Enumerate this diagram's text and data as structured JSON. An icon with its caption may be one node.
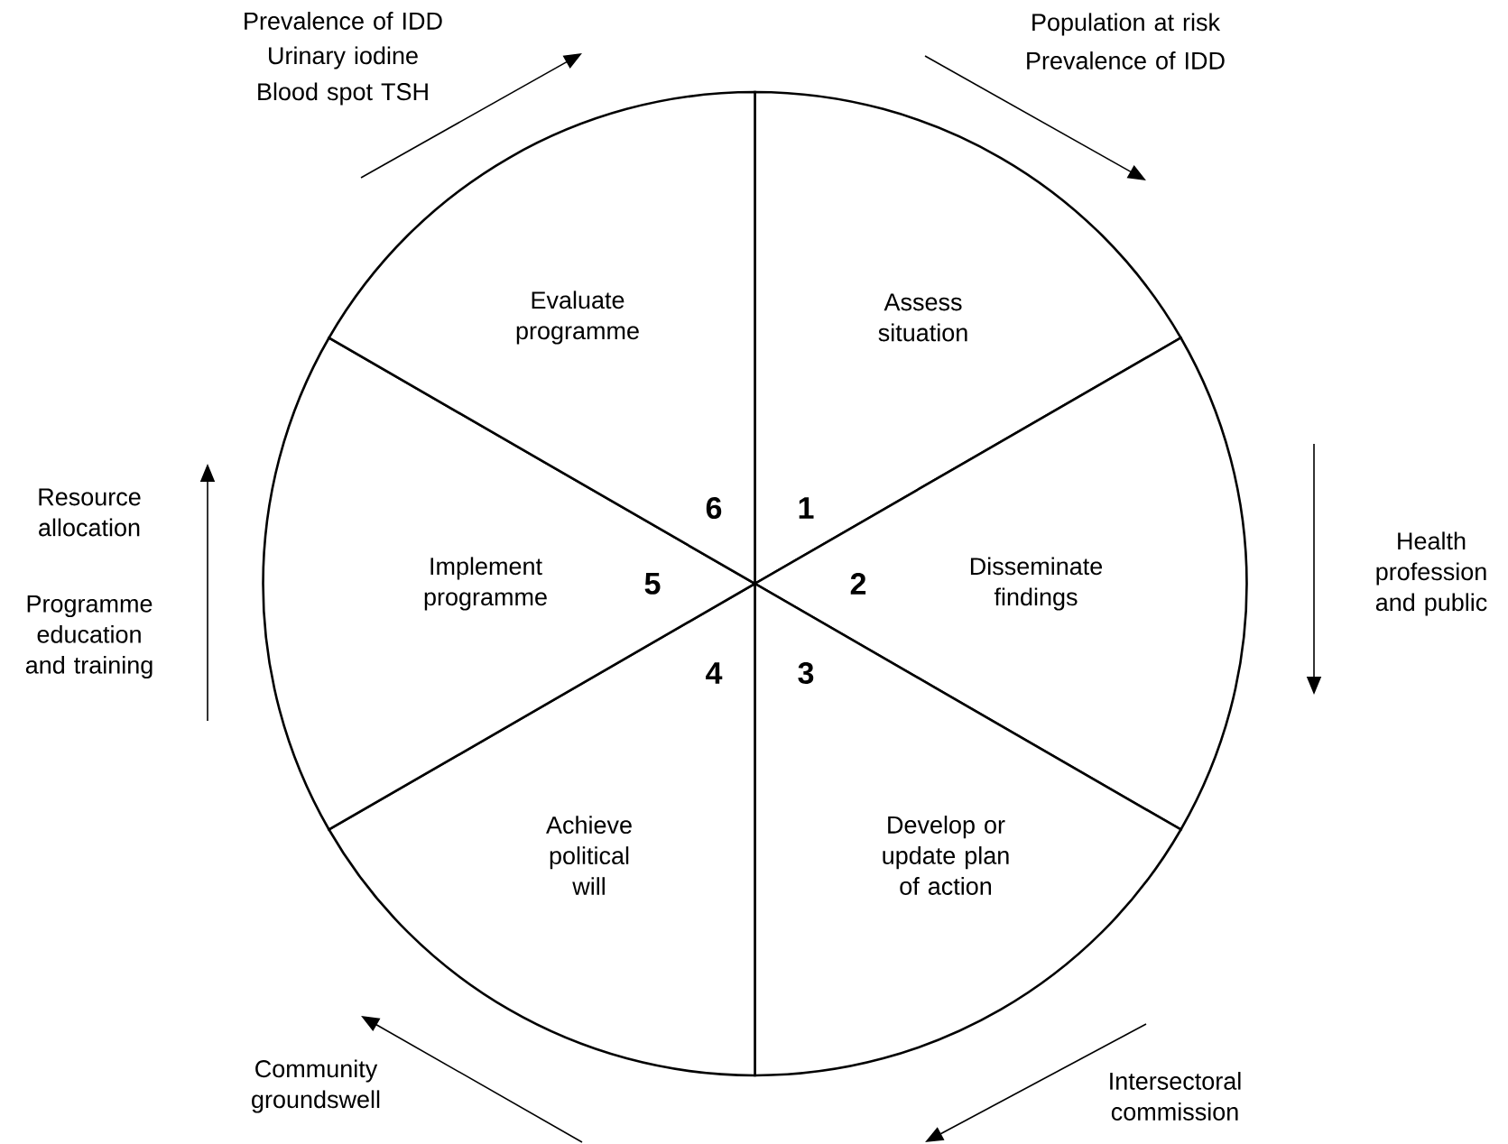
{
  "diagram": {
    "nodes": [
      {
        "text": [
          "1",
          "Assess situation"
        ]
      },
      {
        "text": [
          "2",
          "Disseminate findings"
        ]
      },
      {
        "text": [
          "3",
          "Develop or update plan of action"
        ]
      },
      {
        "text": [
          "4",
          "Achieve political will"
        ]
      },
      {
        "text": [
          "Implement programme",
          "5"
        ]
      },
      {
        "text": [
          "6",
          "Evaluate programme"
        ]
      }
    ],
    "labels": [
      "Prevalence of IDD",
      "Urinary iodine",
      "Blood spot TSH",
      "Population at risk",
      "Prevalence of IDD",
      "Resource allocation",
      "Programme education and training",
      "Health profession and public",
      "Community groundswell",
      "Intersectoral commission"
    ]
  }
}
